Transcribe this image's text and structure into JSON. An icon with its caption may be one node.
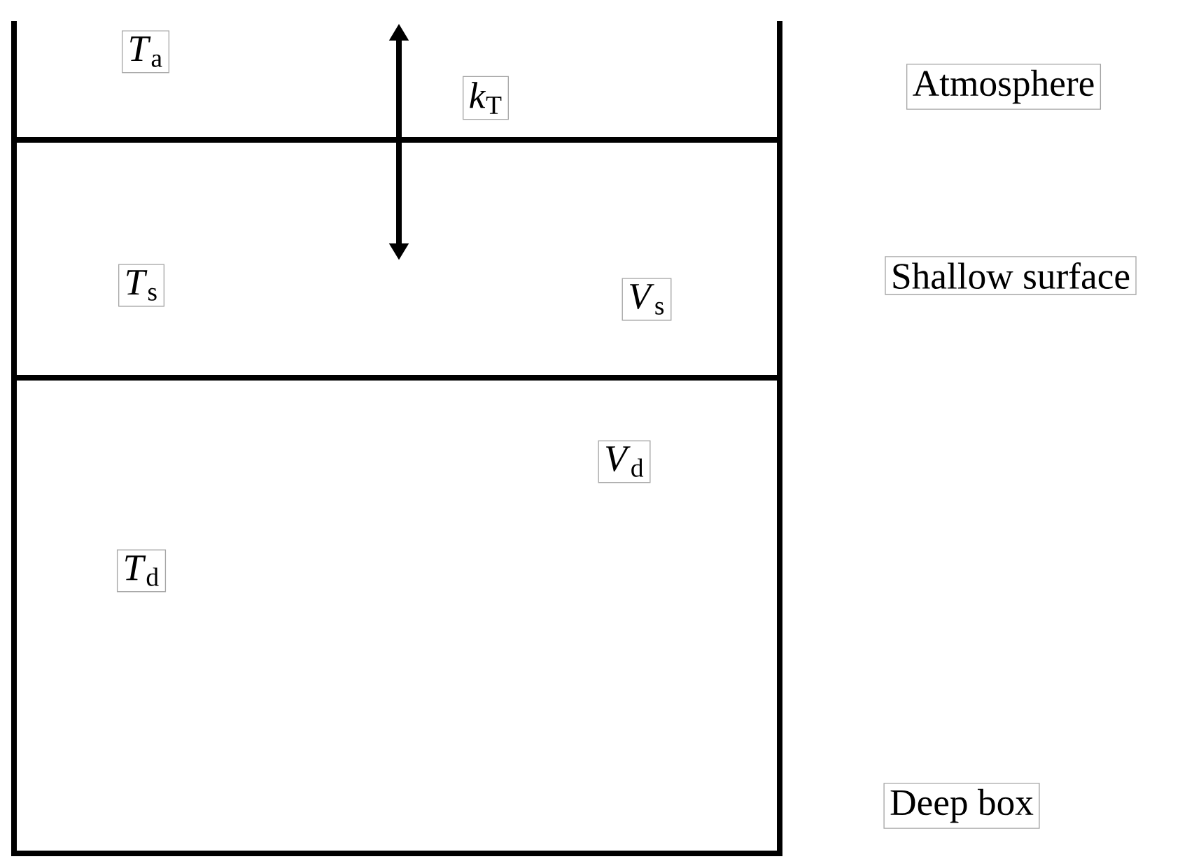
{
  "diagram": {
    "nodes": [
      {
        "text": [
          "*T*$_{a}$"
        ]
      },
      {
        "text": [
          "*k*$_{T}$"
        ]
      },
      {
        "text": [
          "Atmosphere"
        ]
      },
      {
        "text": [
          "*T*$_{s}$"
        ]
      },
      {
        "text": [
          "*V*$_{s}$"
        ]
      },
      {
        "text": [
          "Shallow surface"
        ]
      },
      {
        "text": [
          "*V*$_{d}$"
        ]
      },
      {
        "text": [
          "*T*$_{d}$"
        ]
      },
      {
        "text": [
          "Deep box"
        ]
      }
    ]
  }
}
